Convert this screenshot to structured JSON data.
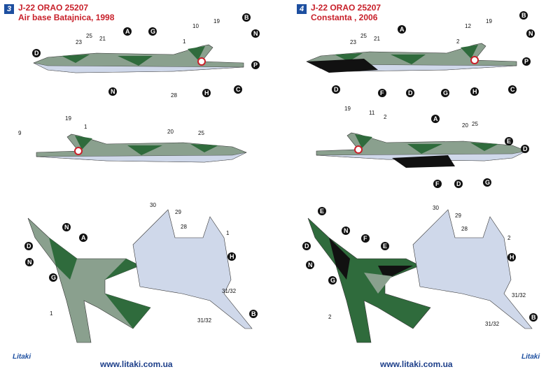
{
  "left": {
    "number": "3",
    "title": "J-22 ORAO 25207",
    "subtitle": "Air base Batajnica, 1998"
  },
  "right": {
    "number": "4",
    "title": "J-22 ORAO 25207",
    "subtitle": "Constanta , 2006"
  },
  "footer": {
    "url_left": "www.litaki.com.ua",
    "url_right": "www.litaki.com.ua",
    "logo": "Litaki"
  },
  "colors": {
    "green": "#2f6b3c",
    "grey_green": "#8aa08e",
    "light_blue": "#cfd8ea",
    "black": "#111111",
    "red": "#c8202a"
  },
  "labels": {
    "A": "A",
    "B": "B",
    "C": "C",
    "D": "D",
    "E": "E",
    "F": "F",
    "G": "G",
    "H": "H",
    "N": "N",
    "P": "P",
    "n1": "1",
    "n2": "2",
    "n9": "9",
    "n10": "10",
    "n11": "11",
    "n12": "12",
    "n19": "19",
    "n20": "20",
    "n21": "21",
    "n23": "23",
    "n25": "25",
    "n28": "28",
    "n29": "29",
    "n30": "30",
    "n3132": "31/32"
  }
}
